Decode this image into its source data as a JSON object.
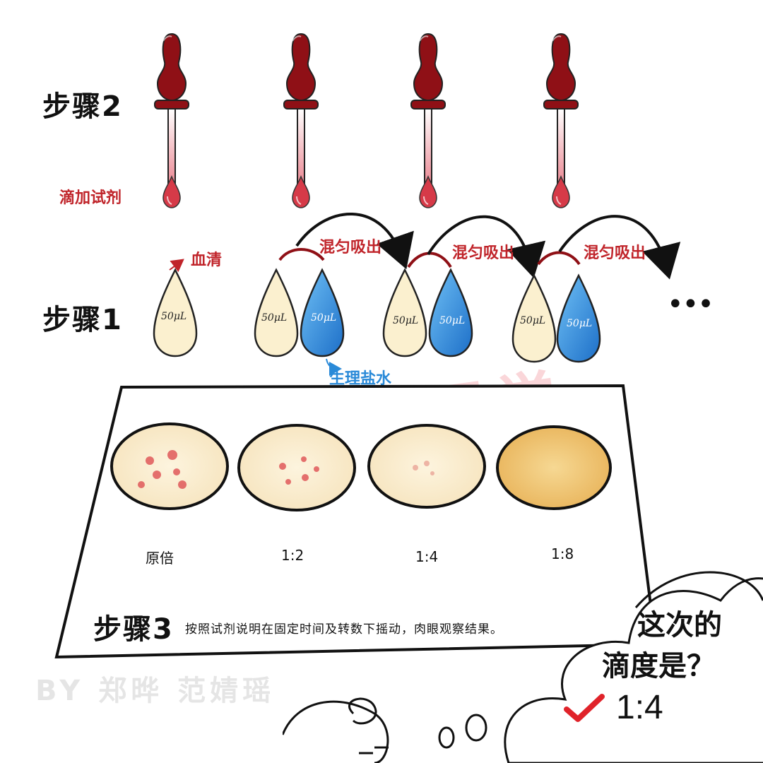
{
  "step2": {
    "label": "步骤2",
    "reagent_label": "滴加试剂"
  },
  "step1": {
    "label": "步骤1",
    "serum_label": "血清",
    "saline_label": "生理盐水",
    "mix_label": "混匀吸出",
    "volume": "50μL",
    "ellipsis": "•••"
  },
  "step3": {
    "label": "步骤3",
    "instruction": "按照试剂说明在固定时间及转数下摇动，肉眼观察结果。",
    "dilutions": [
      "原倍",
      "1:2",
      "1:4",
      "1:8"
    ]
  },
  "bubble": {
    "line1": "这次的",
    "line2": "滴度是？",
    "answer": "1:4",
    "check_icon": "check-icon"
  },
  "watermark": "检验医学",
  "credit": "BY 郑晔 范婧瑶",
  "colors": {
    "blood": "#b3161c",
    "serum": "#fbf0cf",
    "saline": "#2d8fe0",
    "text_red": "#c0242a",
    "text_blue": "#2a8ad8"
  }
}
